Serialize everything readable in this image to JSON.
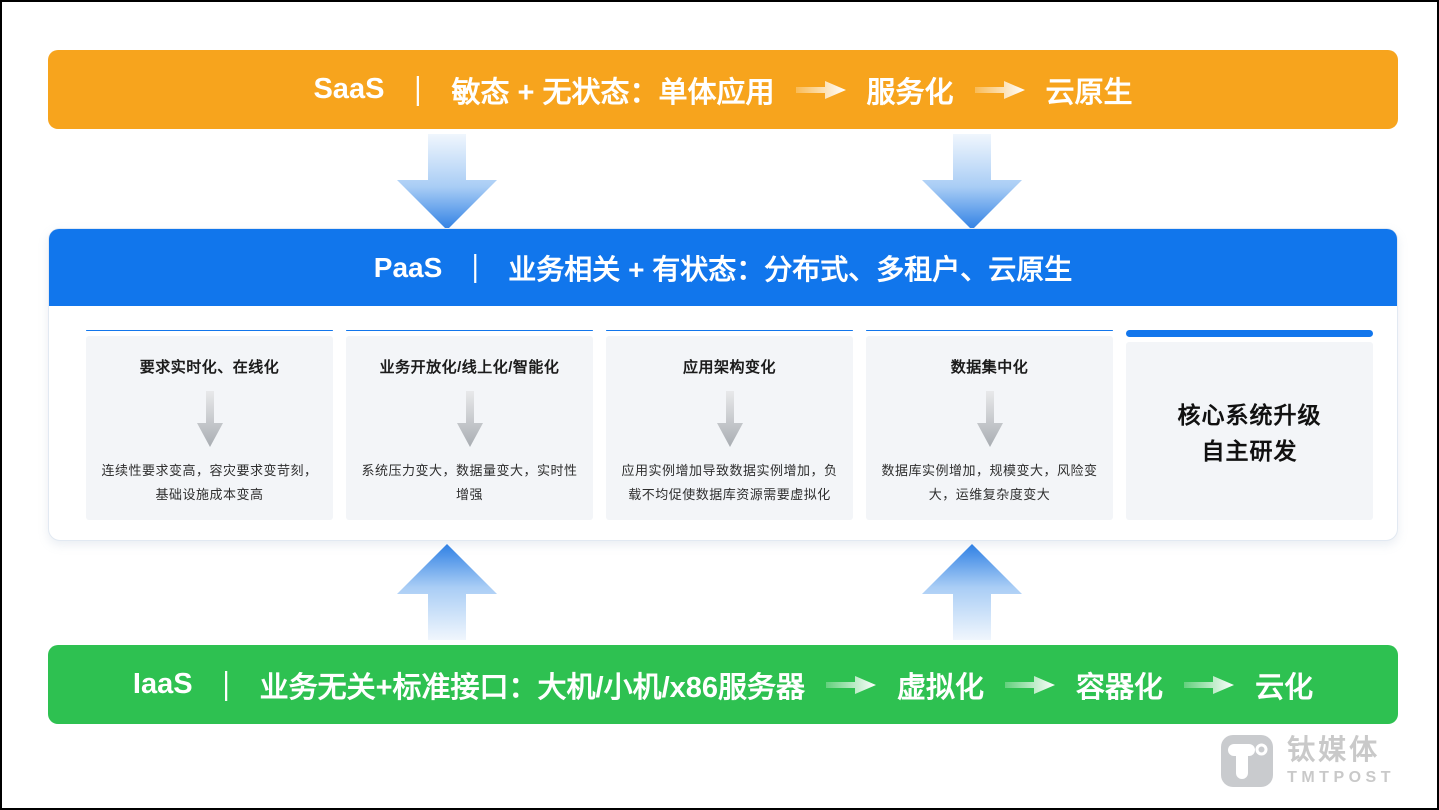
{
  "saas_bar": {
    "label": "SaaS",
    "separator": "｜",
    "description": "敏态 + 无状态：单体应用",
    "steps": [
      "服务化",
      "云原生"
    ],
    "color": "#F7A41D"
  },
  "paas_section": {
    "bar": {
      "label": "PaaS",
      "separator": "｜",
      "description": "业务相关 + 有状态：分布式、多租户、云原生",
      "color": "#1176EC"
    },
    "cards": [
      {
        "title": "要求实时化、在线化",
        "body": "连续性要求变高，容灾要求变苛刻，基础设施成本变高"
      },
      {
        "title": "业务开放化/线上化/智能化",
        "body": "系统压力变大，数据量变大，实时性增强"
      },
      {
        "title": "应用架构变化",
        "body": "应用实例增加导致数据实例增加，负载不均促使数据库资源需要虚拟化"
      },
      {
        "title": "数据集中化",
        "body": "数据库实例增加，规模变大，风险变大，运维复杂度变大"
      }
    ],
    "summary_card": {
      "title_line1": "核心系统升级",
      "title_line2": "自主研发"
    }
  },
  "iaas_bar": {
    "label": "IaaS",
    "separator": "｜",
    "description": "业务无关+标准接口：大机/小机/x86服务器",
    "steps": [
      "虚拟化",
      "容器化",
      "云化"
    ],
    "color": "#2EC151"
  },
  "logo": {
    "cn": "钛媒体",
    "en": "TMTPOST"
  },
  "colors": {
    "saas_orange": "#F7A41D",
    "paas_blue": "#1176EC",
    "iaas_green": "#2EC151",
    "card_background": "#F3F5F8",
    "flow_arrow_blue": "#2F80E4",
    "logo_gray": "#C9C9C9"
  }
}
